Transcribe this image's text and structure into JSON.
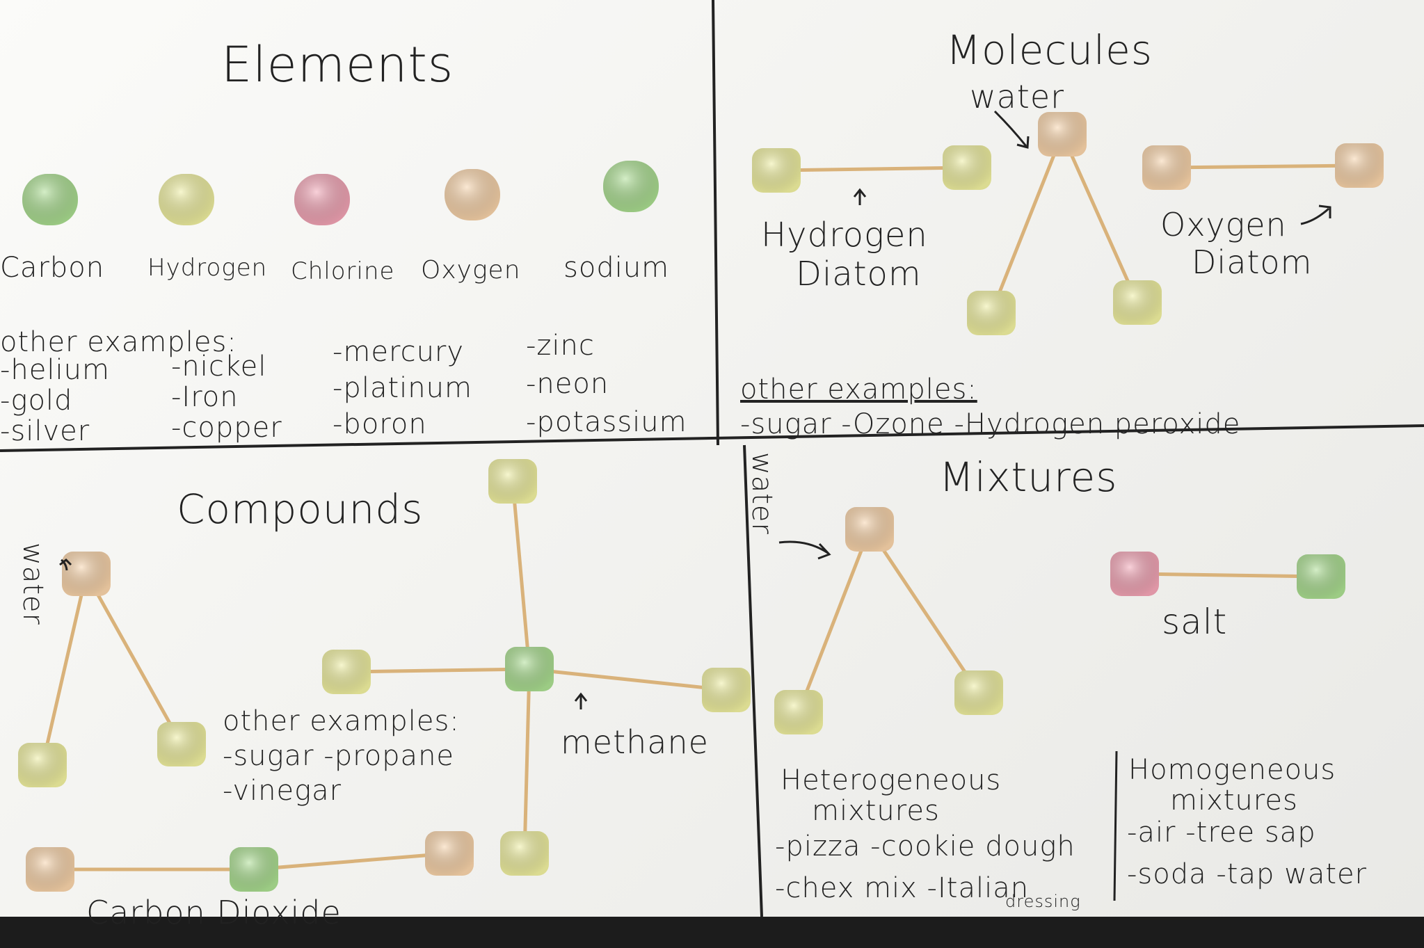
{
  "elements": {
    "title": "Elements",
    "items": [
      {
        "label": "Carbon",
        "color": "#a9dd8f"
      },
      {
        "label": "Hydrogen",
        "color": "#eded9c"
      },
      {
        "label": "Chlorine",
        "color": "#f2a3b4"
      },
      {
        "label": "Oxygen",
        "color": "#f7d2a8"
      },
      {
        "label": "sodium",
        "color": "#b3e6a2"
      }
    ],
    "other_heading": "other examples:",
    "other_col1": [
      "-helium",
      "-gold",
      "-silver"
    ],
    "other_col2": [
      "-nickel",
      "-Iron",
      "-copper"
    ],
    "other_col3": [
      "-mercury",
      "-platinum",
      "-boron"
    ],
    "other_col4": [
      "-zinc",
      "-neon",
      "-potassium"
    ]
  },
  "molecules": {
    "title": "Molecules",
    "water_label": "water",
    "hydrogen_label_1": "Hydrogen",
    "hydrogen_label_2": "Diatom",
    "oxygen_label_1": "Oxygen",
    "oxygen_label_2": "Diatom",
    "other_heading": "other examples:",
    "other_line": "-sugar -Ozone -Hydrogen peroxide"
  },
  "compounds": {
    "title": "Compounds",
    "water_label": "water",
    "methane_label": "methane",
    "co2_label": "Carbon Dioxide",
    "other_heading": "other examples:",
    "other_line1": "-sugar -propane",
    "other_line2": "-vinegar"
  },
  "mixtures": {
    "title": "Mixtures",
    "water_label": "water",
    "salt_label": "salt",
    "hetero_title_1": "Heterogeneous",
    "hetero_title_2": "mixtures",
    "hetero_line1": "-pizza -cookie dough",
    "hetero_line2": "-chex mix -Italian",
    "hetero_line2b": "dressing",
    "homo_title_1": "Homogeneous",
    "homo_title_2": "mixtures",
    "homo_line1": "-air -tree sap",
    "homo_line2": "-soda -tap water"
  }
}
